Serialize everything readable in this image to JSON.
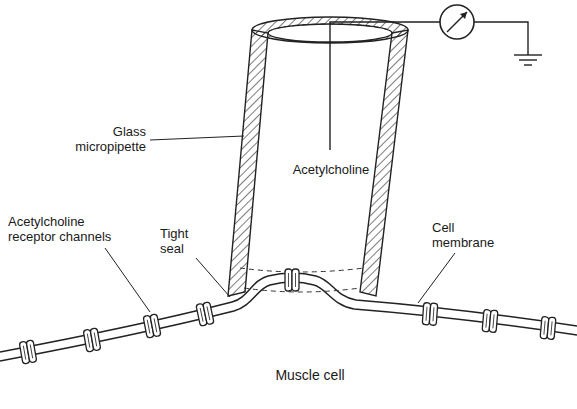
{
  "diagram": {
    "labels": [
      "Glass micropipette",
      "Acetylcholine",
      "Acetylcholine receptor channels",
      "Tight seal",
      "Cell membrane",
      "Muscle cell"
    ]
  }
}
